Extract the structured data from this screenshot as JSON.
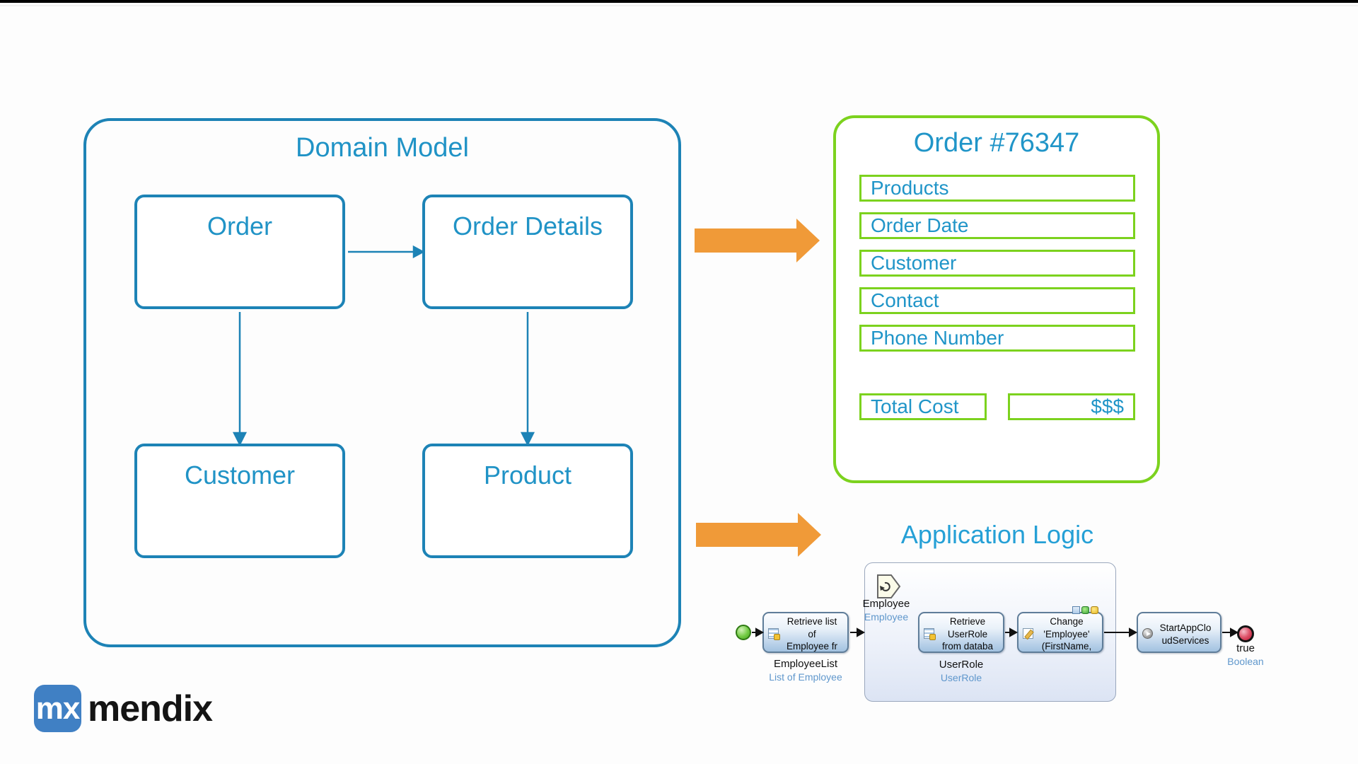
{
  "colors": {
    "domain_blue": "#1d83b6",
    "domain_text_blue": "#2093c6",
    "form_green": "#7cd21e",
    "form_text_blue": "#2095c8",
    "arrow_orange": "#F09A38",
    "app_logic_blue": "#25a0d6",
    "caption_blue": "#5f97cc",
    "logo_blue": "#4080c4"
  },
  "domain_model": {
    "title": "Domain Model",
    "entities": [
      {
        "label": "Order"
      },
      {
        "label": "Order Details"
      },
      {
        "label": "Customer"
      },
      {
        "label": "Product"
      }
    ]
  },
  "order_form": {
    "title": "Order #76347",
    "fields": [
      {
        "label": "Products"
      },
      {
        "label": "Order Date"
      },
      {
        "label": "Customer"
      },
      {
        "label": "Contact"
      },
      {
        "label": "Phone Number"
      }
    ],
    "total": {
      "label": "Total Cost",
      "value": "$$$"
    }
  },
  "application_logic": {
    "title": "Application Logic",
    "start_event": {
      "icon": "start-event-icon"
    },
    "annotation": {
      "icon": "annotation-icon",
      "caption": "Employee",
      "subcaption": "Employee"
    },
    "activities": [
      {
        "icon": "retrieve-list-icon",
        "line1": "Retrieve list",
        "line2": "of",
        "line3": "Employee  fr",
        "caption": "EmployeeList",
        "subcaption": "List of Employee"
      },
      {
        "icon": "retrieve-icon",
        "line1": "Retrieve",
        "line2": "UserRole",
        "line3": "from databa",
        "caption": "UserRole",
        "subcaption": "UserRole"
      },
      {
        "icon": "change-object-icon",
        "badges": [
          "window-badge-icon",
          "refresh-badge-icon",
          "comment-badge-icon"
        ],
        "line1": "Change",
        "line2": "'Employee'",
        "line3": "(FirstName,"
      },
      {
        "icon": "microflow-call-icon",
        "line1": "StartAppClo",
        "line2": "udServices"
      }
    ],
    "end_event": {
      "icon": "end-event-icon",
      "caption": "true",
      "subcaption": "Boolean"
    }
  },
  "logo": {
    "mark": "mx",
    "name": "mendix"
  }
}
